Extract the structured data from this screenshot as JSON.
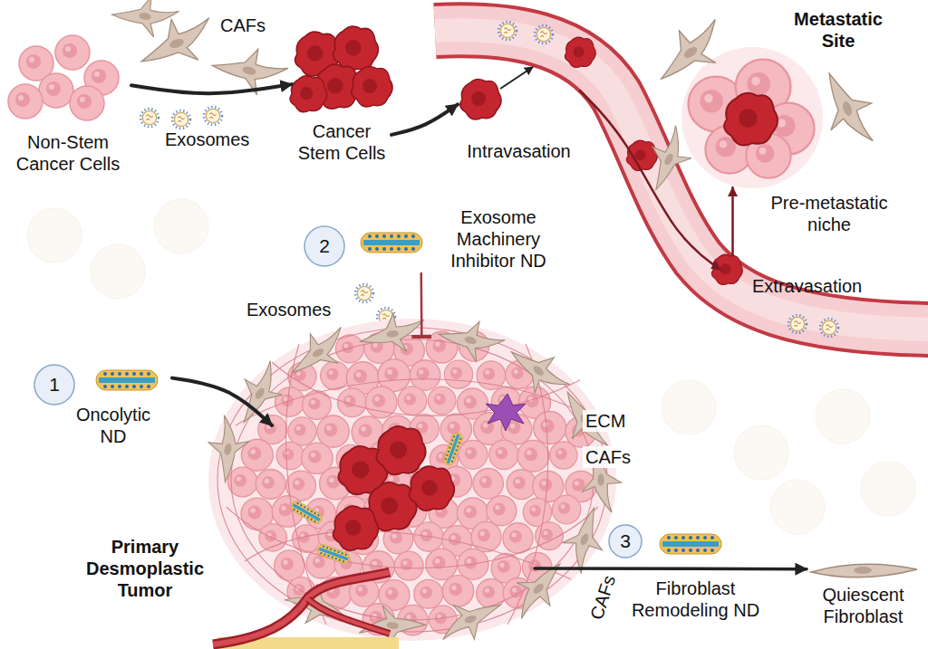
{
  "diagram": {
    "nodes": [
      {
        "text": [
          "Non-Stem Cancer Cells"
        ]
      },
      {
        "text": [
          "Cancer Stem Cells"
        ]
      },
      {
        "text": [
          "Intravasation"
        ]
      },
      {
        "text": [
          "Extravasation"
        ]
      },
      {
        "text": [
          "Metastatic Site"
        ]
      },
      {
        "text": [
          "Exosome Machinery Inhibitor ND"
        ]
      },
      {
        "text": [
          "Oncolytic ND"
        ]
      },
      {
        "text": [
          "Primary Desmoplastic Tumor"
        ]
      },
      {
        "text": [
          "Fibroblast Remodeling ND"
        ]
      },
      {
        "text": [
          "Quiescent Fibroblast"
        ]
      }
    ],
    "edges": [
      {
        "from": 0,
        "to": 1,
        "arrow": "to"
      },
      {
        "from": 1,
        "to": 2,
        "arrow": "to"
      },
      {
        "from": 2,
        "to": 3,
        "arrow": "to"
      },
      {
        "from": 3,
        "to": 4,
        "arrow": "to"
      },
      {
        "from": 5,
        "to": 7,
        "arrow": "to"
      },
      {
        "from": 6,
        "to": 7,
        "arrow": "to"
      },
      {
        "from": 7,
        "to": 9,
        "arrow": "to"
      }
    ],
    "labels": [
      "CAFs",
      "Exosomes",
      "Pre-metastatic niche",
      "2",
      "Exosomes",
      "1",
      "ECM",
      "CAFs",
      "3",
      "CAFs"
    ]
  }
}
